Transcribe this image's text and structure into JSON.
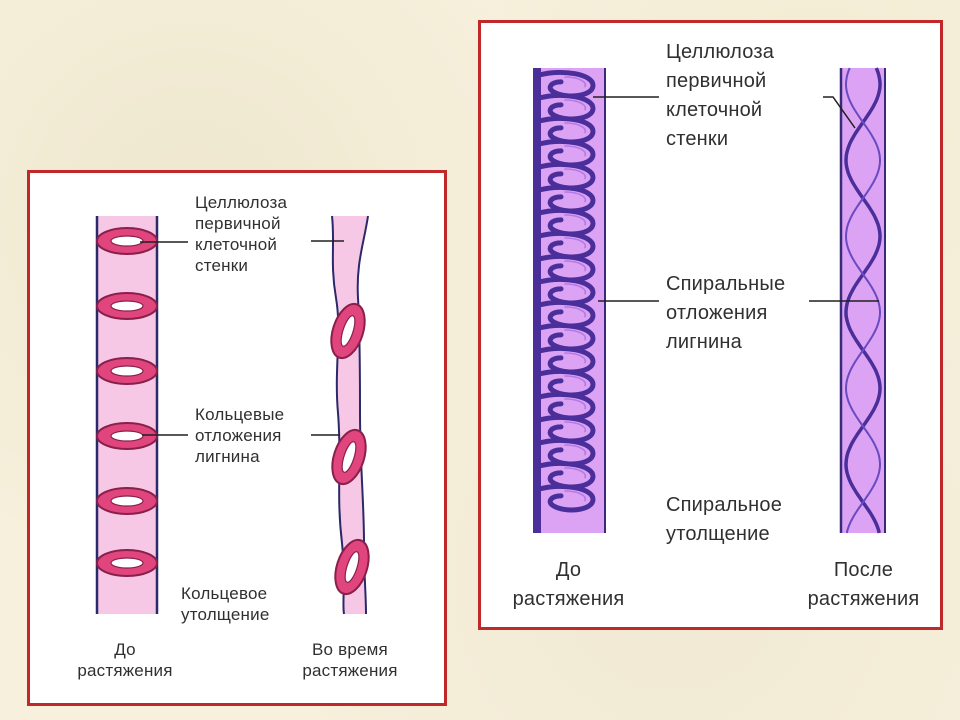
{
  "left_panel": {
    "cellulose_label": "Целлюлоза\nпервичной\nклеточной\nстенки",
    "deposits_label": "Кольцевые\nотложения\nлигнина",
    "thickening_label": "Кольцевое\nутолщение",
    "before_caption": "До\nрастяжения",
    "during_caption": "Во время\nрастяжения"
  },
  "right_panel": {
    "cellulose_label": "Целлюлоза\nпервичной\nклеточной\nстенки",
    "deposits_label": "Спиральные\nотложения\nлигнина",
    "thickening_label": "Спиральное\nутолщение",
    "before_caption": "До\nрастяжения",
    "after_caption": "После\nрастяжения"
  },
  "colors": {
    "panel_border": "#c0282a",
    "left_tube_fill": "#f6c8e6",
    "ring_fill": "#e0457e",
    "right_tube_fill": "#dca2f4",
    "spiral_stroke": "#4a2f9a",
    "tube_wall": "#3a2a7a"
  }
}
